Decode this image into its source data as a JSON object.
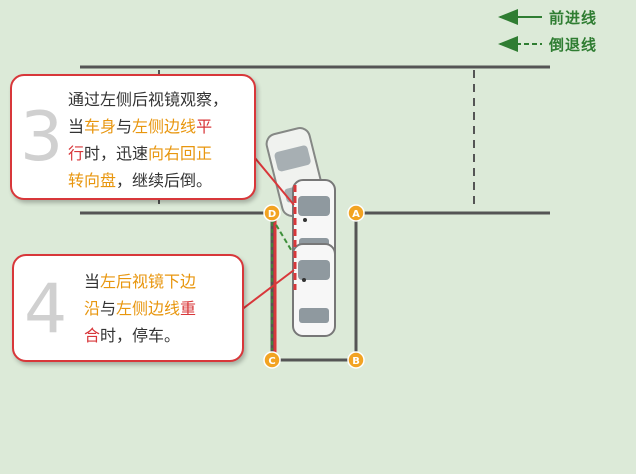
{
  "legend": {
    "forward_label": "前进线",
    "reverse_label": "倒退线",
    "forward_color": "#2f7d32",
    "reverse_color": "#2f7d32"
  },
  "points": {
    "a": "A",
    "b": "B",
    "c": "C",
    "d": "D"
  },
  "step3": {
    "number": "3",
    "line1": "通过左侧后视镜观察，",
    "line2_a": "当",
    "line2_b": "车身",
    "line2_c": "与",
    "line2_d": "左侧边线",
    "line2_e": "平",
    "line3_a": "行",
    "line3_b": "时，迅速",
    "line3_c": "向右回正",
    "line4_a": "转向盘",
    "line4_b": "，继续后倒。"
  },
  "step4": {
    "number": "4",
    "line1_a": "当",
    "line1_b": "左后视镜下边",
    "line2_a": "沿",
    "line2_b": "与",
    "line2_c": "左侧边线",
    "line2_d": "重",
    "line3_a": "合",
    "line3_b": "时，停车。"
  },
  "colors": {
    "background": "#dcead8",
    "lines": "#555555",
    "callout_border": "#d8373a",
    "point_marker": "#f2a322",
    "highlight_orange": "#e8960e",
    "highlight_red": "#d8373a",
    "path_green": "#3d8f3a"
  }
}
